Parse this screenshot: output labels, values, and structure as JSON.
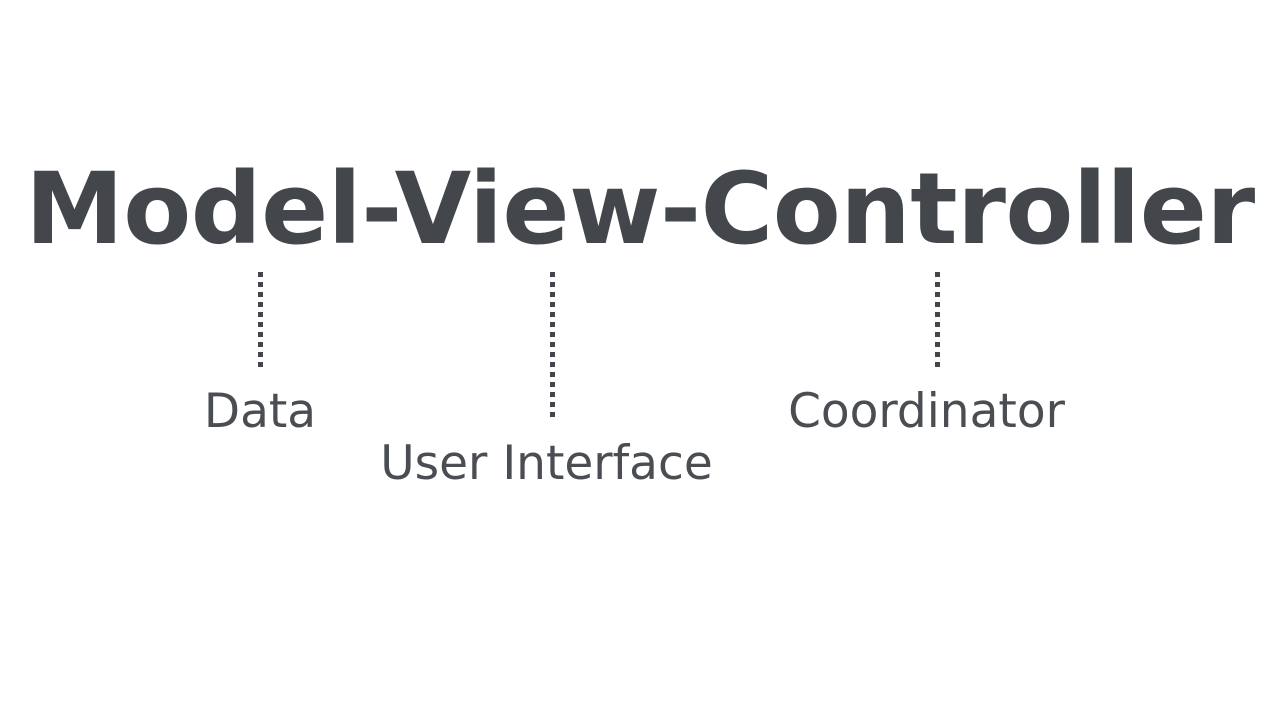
{
  "slide": {
    "background_color": "#ffffff",
    "text_color": "#43474c",
    "title": "Model-View-Controller",
    "title_parts": [
      "Model",
      "View",
      "Controller"
    ],
    "annotations": [
      {
        "term": "Model",
        "label": "Data",
        "connector": "dotted-vertical-line"
      },
      {
        "term": "View",
        "label": "User Interface",
        "connector": "dotted-vertical-line"
      },
      {
        "term": "Controller",
        "label": "Coordinator",
        "connector": "dotted-vertical-line"
      }
    ]
  }
}
